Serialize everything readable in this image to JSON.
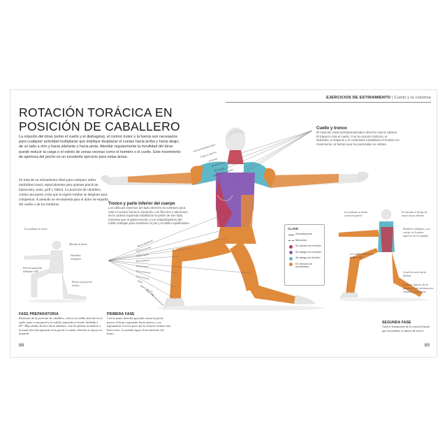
{
  "header": {
    "section": "EJERCICIOS DE ESTIRAMIENTO",
    "separator": "|",
    "subsection": "Cuello y la columna"
  },
  "title_line1": "ROTACIÓN TORÁCICA EN",
  "title_line2": "POSICIÓN DE CABALLERO",
  "intro": "La rotación del tórax (entre el cuello y el diafragma), el control motor y la fuerza son necesarios para cualquier actividad multiplanar que implique desplazar el cuerpo hacia arriba y hacia abajo, de un lado a otro y hacia adelante y hacia atrás. Abordar regularmente la movilidad del tórax puede reducir la carga o el estrés de zonas vecinas como el hombro o el cuello. Este movimiento de apertura del pecho es un excelente ejercicio para estas áreas.",
  "intro2": "Se trata de un estiramiento ideal para cualquier atleta multidireccional, especialmente para quienes practican baloncesto, tenis, golf y fútbol. La posición de caballero, contra una pared, evita que la región lumbar se desplace para compensar. A menudo se recomienda para el dolor de espalda, del cuello o de los hombros.",
  "callout_neck": {
    "title": "Cuello y tronco",
    "body": "El músculo esternocleidomastoideo derecho rota la cabeza. El trapecio rota el cuello. Con la rotación torácica, el deltoides, el trapecio y el romboides estabilizan el hombro en movimiento, al tiempo que los pectorales se estiran."
  },
  "callout_trunk": {
    "title": "Tronco y parte inferior del cuerpo",
    "body": "Los oblicuos externos del lado derecho se contraen para rotar el cuerpo hacia la izquierda. Los flexores y aductores de la cadera izquierda estabilizan la pelvis de ese lado, mientras que el gastrocnemio y los estabilizadores del tobillo trabajan para mantener el pie y el tobillo equilibrados."
  },
  "muscle_labels": [
    "Esternocleidomastoideo",
    "Trapecio superior",
    "Deltoides",
    "Pectoral mayor",
    "Romboides",
    "Erector de la columna",
    "Recto abdominal",
    "Oblicuo externo",
    "Glúteo mayor",
    "Recto femoral",
    "Vasto lateral",
    "Biceps femoral",
    "Gastrocnemio",
    "Sóleo",
    "Tibial anterior",
    "Aductores",
    "Músculos del pie"
  ],
  "legend": {
    "title": "CLAVE",
    "items": [
      {
        "label": "Articulaciones",
        "kind": "line",
        "color": "#666666"
      },
      {
        "label": "Músculos",
        "kind": "dash",
        "color": "#666666"
      },
      {
        "label": "Se acorta con tensión",
        "kind": "dot",
        "color": "#c23b4f"
      },
      {
        "label": "Se alarga con tensión",
        "kind": "dot",
        "color": "#8a5fb8"
      },
      {
        "label": "Se alarga sin tensión",
        "kind": "dot",
        "color": "#5fb8c8"
      },
      {
        "label": "En tensión sin movimiento",
        "kind": "dot",
        "color": "#e08a3c"
      }
    ]
  },
  "left_labels": {
    "palms": "Las palmas se tocan",
    "gaze": "Mirada al frente",
    "shoulders": "Hombros relajados",
    "leg": "Pierna izquierda doblada a 90°",
    "pelvis": "Pelvis en posición neutra"
  },
  "right_labels": {
    "palms": "Las palmas se miran contra la pared",
    "gaze": "La mirada se dirige de nuevo hacia delante",
    "shoulders": "Hombros relajados, con cuerpo en la parte superior de la espalda",
    "knee": "La rodilla exterior se dobla a 90°",
    "pelvis": "La pelvis mira hacia delante",
    "back": "La parte inferior de la pierna y el pie permanecen relajados en el suelo"
  },
  "phase_prep": {
    "title": "FASE PREPARATORIA",
    "body": "Partiendo de la posición de caballero, coloca la rodilla derecha en el suelo junto a una pared y la rodilla izquierda al frente, doblada a 90°. Baja ambos brazos hacia adelante, con las palmas tocándose y la mano derecha apoyada en la pared. La mano derecha se apoya en la pared."
  },
  "phase_one": {
    "title": "PRIMERA FASE",
    "body": "Con la mano derecha apoyada contra la pared, mueve el brazo izquierdo hacia afuera y con ligeramente el torso para que los brazos formen una línea recta. La mirada sigue el movimiento del brazo."
  },
  "phase_two": {
    "title": "SEGUNDA FASE",
    "body": "Vuelve lentamente de la rotación hasta que las palmas se junten de nuevo."
  },
  "page_left": "88",
  "page_right": "89",
  "colors": {
    "orange": "#e08a3c",
    "purple": "#8a5fb8",
    "teal": "#5fb8c8",
    "red": "#c23b4f",
    "skin": "#e6e6e6"
  }
}
